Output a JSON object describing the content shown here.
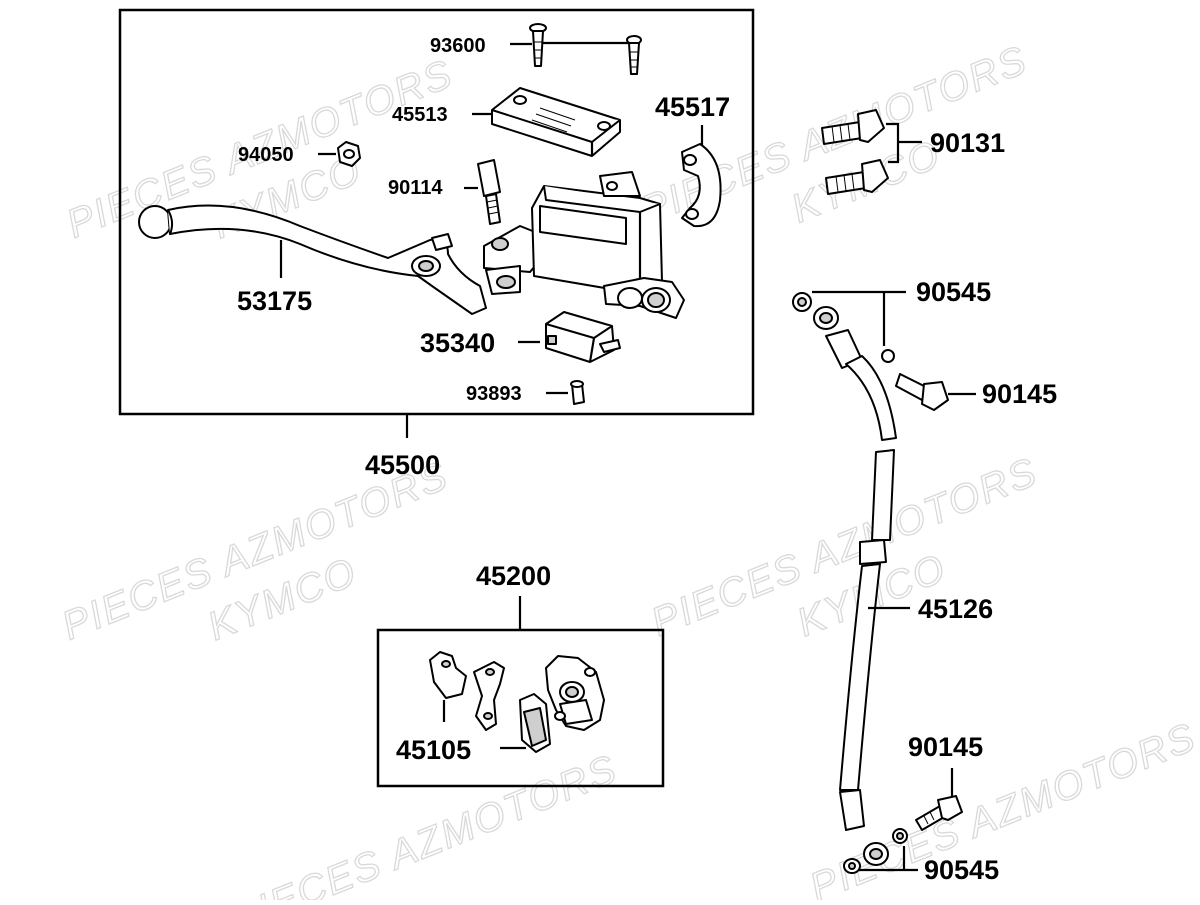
{
  "watermark": {
    "line1": "PIECES AZMOTORS",
    "line2": "KYMCO"
  },
  "labels": {
    "p93600": "93600",
    "p45513": "45513",
    "p45517": "45517",
    "p90131": "90131",
    "p94050": "94050",
    "p90114": "90114",
    "p53175": "53175",
    "p35340": "35340",
    "p93893": "93893",
    "p45500": "45500",
    "p90545_top": "90545",
    "p90145_top": "90145",
    "p45200": "45200",
    "p45105": "45105",
    "p45126": "45126",
    "p90145_bottom": "90145",
    "p90545_bottom": "90545"
  },
  "colors": {
    "line": "#000000",
    "background": "#ffffff",
    "watermark": "#d9d9d9"
  }
}
